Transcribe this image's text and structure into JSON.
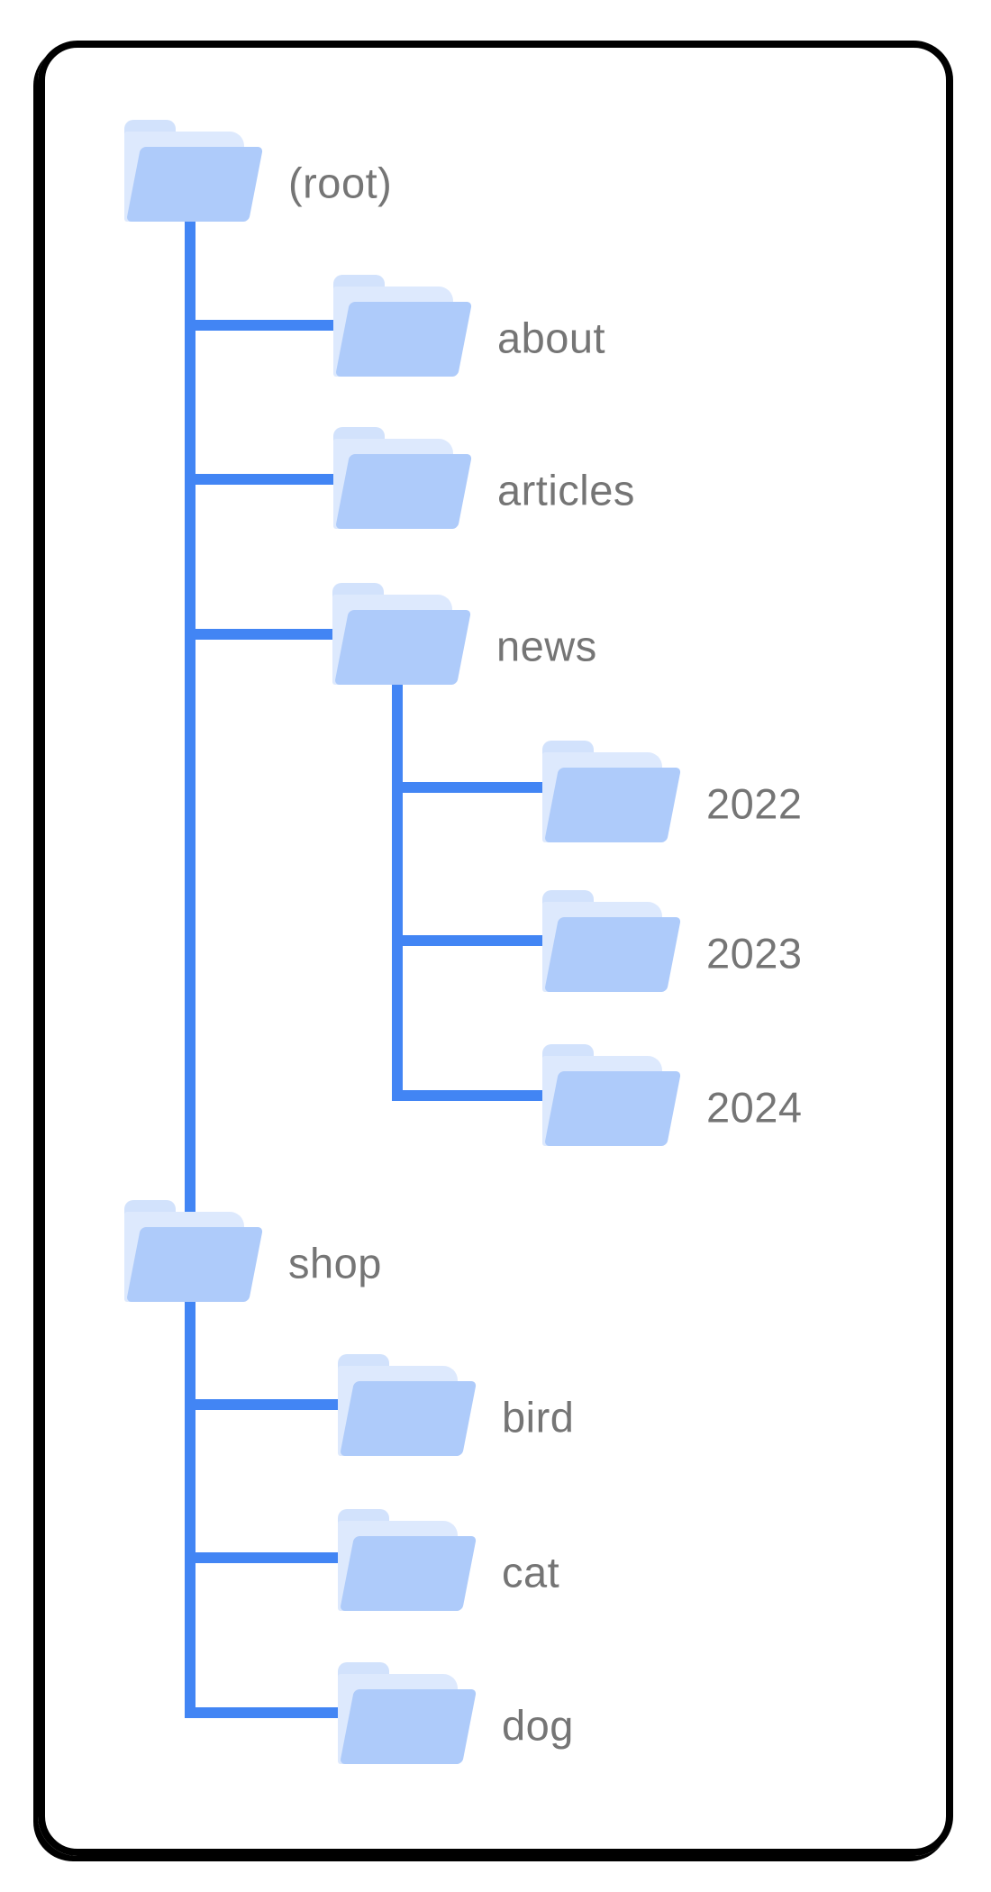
{
  "colors": {
    "connector_blue": "#4285f4",
    "folder_front": "#aecbfa",
    "folder_back": "#dde9fd",
    "folder_tab": "#d2e2fc",
    "label_gray": "#757575",
    "card_outline": "#000000",
    "background": "#ffffff"
  },
  "tree": {
    "nodes": [
      {
        "id": "root",
        "label": "(root)",
        "parent": null,
        "depth": 0
      },
      {
        "id": "about",
        "label": "about",
        "parent": "root",
        "depth": 1
      },
      {
        "id": "articles",
        "label": "articles",
        "parent": "root",
        "depth": 1
      },
      {
        "id": "news",
        "label": "news",
        "parent": "root",
        "depth": 1
      },
      {
        "id": "y2022",
        "label": "2022",
        "parent": "news",
        "depth": 2
      },
      {
        "id": "y2023",
        "label": "2023",
        "parent": "news",
        "depth": 2
      },
      {
        "id": "y2024",
        "label": "2024",
        "parent": "news",
        "depth": 2
      },
      {
        "id": "shop",
        "label": "shop",
        "parent": "root",
        "depth": 1
      },
      {
        "id": "bird",
        "label": "bird",
        "parent": "shop",
        "depth": 2
      },
      {
        "id": "cat",
        "label": "cat",
        "parent": "shop",
        "depth": 2
      },
      {
        "id": "dog",
        "label": "dog",
        "parent": "shop",
        "depth": 2
      }
    ]
  }
}
